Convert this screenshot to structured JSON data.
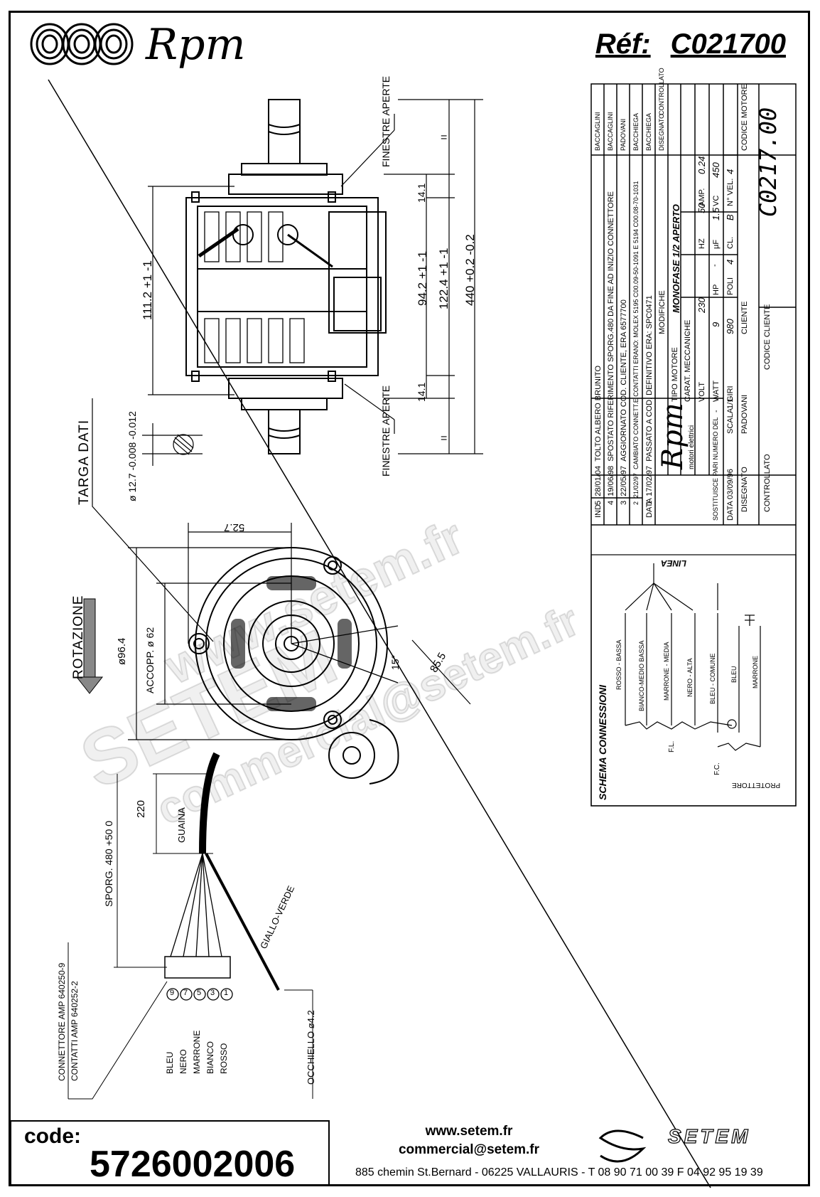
{
  "header": {
    "brand": "Rpm",
    "ref_label": "Réf:",
    "ref_value": "C021700"
  },
  "drawing": {
    "finestre_aperte_top": "FINESTRE APERTE",
    "finestre_aperte_bottom": "FINESTRE APERTE",
    "targa_dati": "TARGA DATI",
    "rotazione": "ROTAZIONE",
    "dim_shaft": "ø 12.7 -0.008 -0.012",
    "dim_111": "111.2 +1 -1",
    "dim_94": "94.2 +1 -1",
    "dim_122": "122.4 +1 -1",
    "dim_440": "440 +0.2 -0.2",
    "dim_14a": "14.1",
    "dim_14b": "14.1",
    "dim_eq_a": "=",
    "dim_eq_b": "=",
    "dim_52": "52.7",
    "dim_96": "ø96.4",
    "dim_accopp": "ACCOPP. ø 62",
    "dim_15": "15°",
    "dim_85": "85.5",
    "dim_220": "220",
    "guaina": "GUAINA",
    "sporg": "SPORG. 480 +50 0",
    "giallo_verde": "GIALLO-VERDE",
    "occhiello": "OCCHIELLO ø4.2",
    "connettore": "CONNETTORE AMP 640250-9",
    "contatti": "CONTATTI AMP 640252-2",
    "pin_labels": [
      "BLEU",
      "NERO",
      "MARRONE",
      "BIANCO",
      "ROSSO"
    ],
    "pin_numbers": [
      "9",
      "7",
      "5",
      "3",
      "1"
    ]
  },
  "title_block": {
    "revisions": [
      {
        "n": "5",
        "date": "28/01/04",
        "text": "TOLTO ALBERO BRUNITO",
        "by": "BACCAGLINI"
      },
      {
        "n": "4",
        "date": "19/06/98",
        "text": "SPOSTATO RIFERIMENTO SPORG.480 DA FINE AD INIZIO CONNETTORE",
        "by": "BACCAGLINI"
      },
      {
        "n": "3",
        "date": "22/05/97",
        "text": "AGGIORNATO COD. CLIENTE, ERA 6577700",
        "by": "PADOVANI"
      },
      {
        "n": "2",
        "date": "21/02/97",
        "text": "CAMBIATO CONNETT.E CONTATTI ERANO: MOLEX 5195 C00.09-50-1091 E 5194 C00.08-70-1031",
        "by": "BACCHIEGA"
      },
      {
        "n": "1",
        "date": "17/02/97",
        "text": "PASSATO A COD. DEFINITIVO ERA: SPC0471",
        "by": "BACCHIEGA"
      }
    ],
    "rev_header_ind": "IND.",
    "rev_header_data": "DATA",
    "rev_header_modifiche": "MODIFICHE",
    "rev_header_disegnato": "DISEGNATO",
    "rev_header_controllato": "CONTROLLATO",
    "tipo_motore_label": "TIPO MOTORE",
    "tipo_motore_value": "MONOFASE 1/2 APERTO",
    "carat_label": "CARAT. MECCANICHE",
    "carat_value": "-",
    "volt_label": "VOLT",
    "volt_value": "230",
    "hz_label": "HZ",
    "hz_value": "50",
    "amp_label": "AMP.",
    "amp_value": "0.24",
    "watt_label": "WATT",
    "watt_value": "9",
    "hp_label": "HP",
    "hp_value": "-",
    "uf_label": "µF",
    "uf_value": "1.5",
    "vc_label": "VC",
    "vc_value": "450",
    "giri_label": "GIRI",
    "giri_value": "980",
    "poli_label": "POLI",
    "poli_value": "4",
    "cl_label": "CL.",
    "cl_value": "B",
    "nvel_label": "N° VEL.",
    "nvel_value": "4",
    "cliente_label": "CLIENTE",
    "codice_motore_label": "CODICE MOTORE",
    "codice_motore_value": "C0217.00",
    "codice_cliente_label": "CODICE CLIENTE",
    "rpm_brand": "Rpm",
    "rpm_sub": "motori elettrici",
    "sostituisce_label": "SOSTITUISCE PARI NUMERO DEL",
    "sostituisce_value": "-",
    "data_label": "DATA",
    "data_value": "03/09/96",
    "scala_label": "SCALA",
    "scala_value": "1/1",
    "disegnato_label": "DISEGNATO",
    "disegnato_value": "PADOVANI",
    "controllato_label": "CONTROLLATO"
  },
  "schema": {
    "title": "SCHEMA CONNESSIONI",
    "linea": "LINEA",
    "wires": [
      "ROSSO - BASSA",
      "BIANCO-MEDIO BASSA",
      "MARRONE - MEDIA",
      "NERO - ALTA",
      "BLEU - COMUNE",
      "BLEU",
      "MARRONE"
    ],
    "fl": "F.L.",
    "fc": "F.C.",
    "protettore": "PROTETTORE"
  },
  "footer": {
    "code_label": "code:",
    "code_value": "5726002006",
    "web": "www.setem.fr",
    "email": "commercial@setem.fr",
    "address": "885 chemin St.Bernard  -  06225 VALLAURIS  -  T 08 90 71 00 39  F 04 92 95 19 39",
    "setem_logo": "SETEM"
  },
  "watermark": {
    "line1": "www.setem.fr",
    "line2": "SETEM",
    "line3": "commercial@setem.fr"
  }
}
